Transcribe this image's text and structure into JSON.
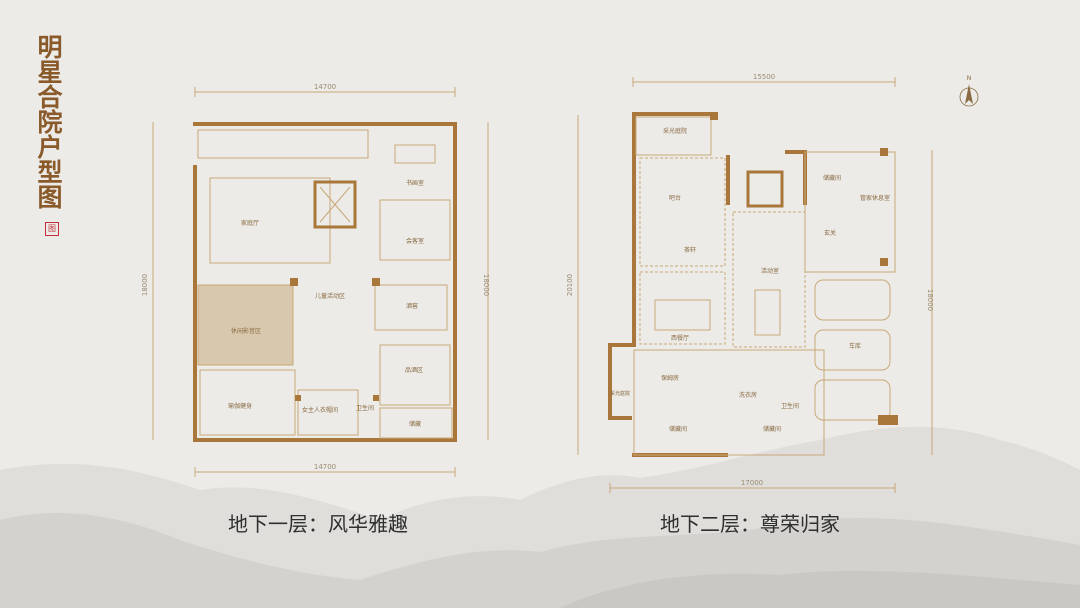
{
  "title": "明星合院户型图",
  "seal": "图",
  "compass": "N",
  "colors": {
    "wall": "#a9773a",
    "line": "#c9a878",
    "title": "#8a5a2b",
    "caption": "#2f2f2f",
    "background": "#ecebe8"
  },
  "plans": [
    {
      "caption": "地下一层：风华雅趣",
      "dimensions": {
        "top": "14700",
        "bottom": "14700",
        "left": "18000",
        "right": "18000"
      },
      "rooms": [
        "书画室",
        "家庭厅",
        "会客室",
        "儿童活动区",
        "休闲影音区",
        "酒窖",
        "品酒区",
        "瑜伽健身",
        "女主人衣帽间",
        "卫生间",
        "储藏"
      ]
    },
    {
      "caption": "地下二层：尊荣归家",
      "dimensions": {
        "top": "15500",
        "bottom": "17000",
        "left": "20100",
        "right": "18000"
      },
      "rooms": [
        "采光庭院",
        "吧台",
        "茶轩",
        "储藏间",
        "管家休息室",
        "玄关",
        "活动室",
        "西餐厅",
        "车库",
        "保姆房",
        "采光庭院",
        "洗衣房",
        "卫生间",
        "储藏间",
        "储藏间"
      ]
    }
  ]
}
